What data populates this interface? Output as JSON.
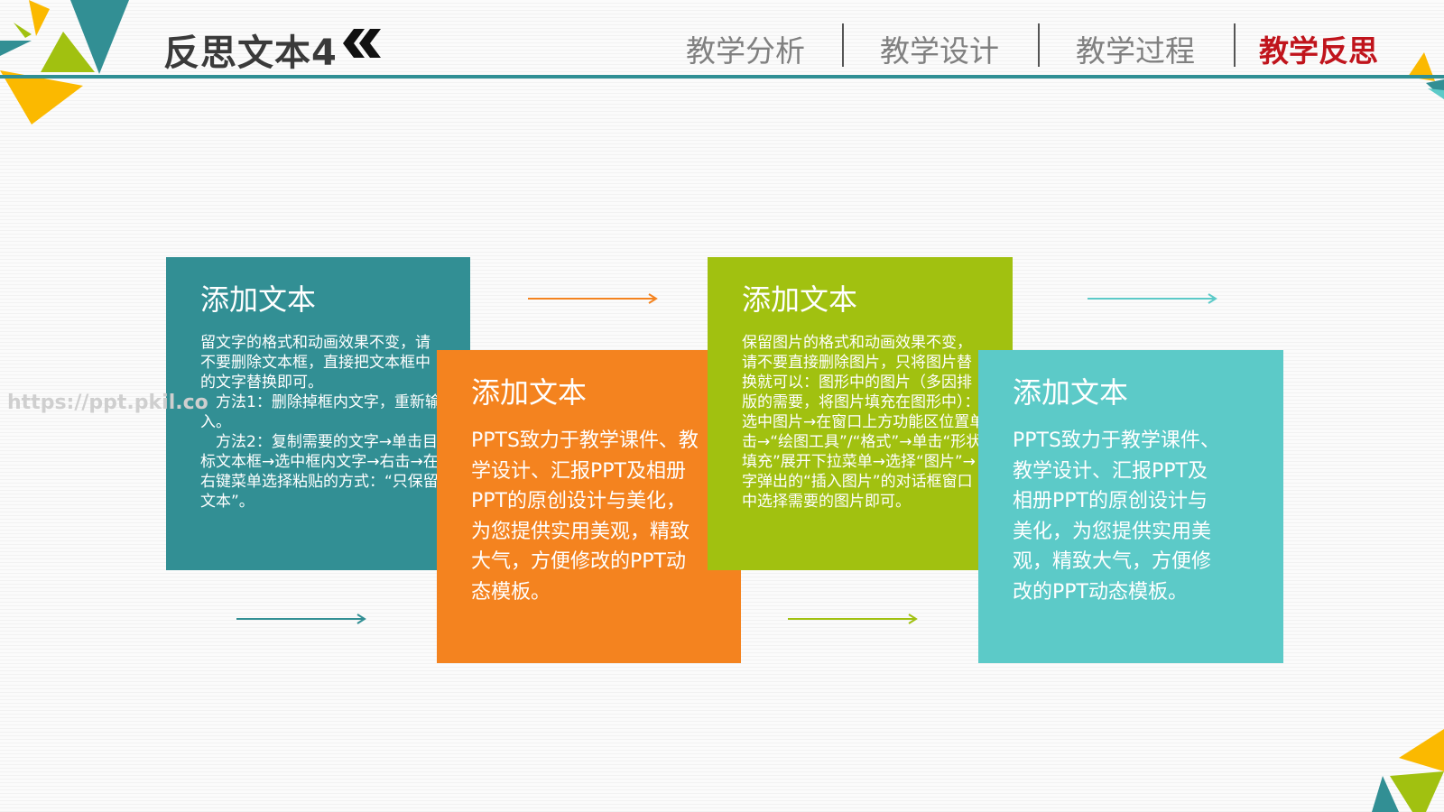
{
  "header": {
    "title": "反思文本4",
    "nav": [
      {
        "label": "教学分析"
      },
      {
        "label": "教学设计"
      },
      {
        "label": "教学过程"
      },
      {
        "label": "教学反思",
        "active": true
      }
    ]
  },
  "watermark": "https://ppt.pkil.co",
  "colors": {
    "teal": "#328f94",
    "orange": "#f4831f",
    "green": "#a1c110",
    "light_teal": "#5ccac8",
    "accent_red": "#c0141c",
    "yellow": "#fbb900"
  },
  "cards": [
    {
      "title": "添加文本",
      "body": [
        "留文字的格式和动画效果不变，请不要删除文本框，直接把文本框中的文字替换即可。",
        "　方法1：删除掉框内文字，重新输入。",
        "　方法2：复制需要的文字→单击目标文本框→选中框内文字→右击→在右键菜单选择粘贴的方式：“只保留文本”。"
      ]
    },
    {
      "title": "添加文本",
      "body": "PPTS致力于教学课件、教学设计、汇报PPT及相册PPT的原创设计与美化，为您提供实用美观，精致大气，方便修改的PPT动态模板。"
    },
    {
      "title": "添加文本",
      "body": "保留图片的格式和动画效果不变，请不要直接删除图片，只将图片替换就可以：图形中的图片（多因排版的需要，将图片填充在图形中）：选中图片→在窗口上方功能区位置单击→“绘图工具”/“格式”→单击“形状填充”展开下拉菜单→选择“图片”→字弹出的“插入图片”的对话框窗口中选择需要的图片即可。"
    },
    {
      "title": "添加文本",
      "body": "PPTS致力于教学课件、教学设计、汇报PPT及相册PPT的原创设计与美化，为您提供实用美观，精致大气，方便修改的PPT动态模板。"
    }
  ]
}
